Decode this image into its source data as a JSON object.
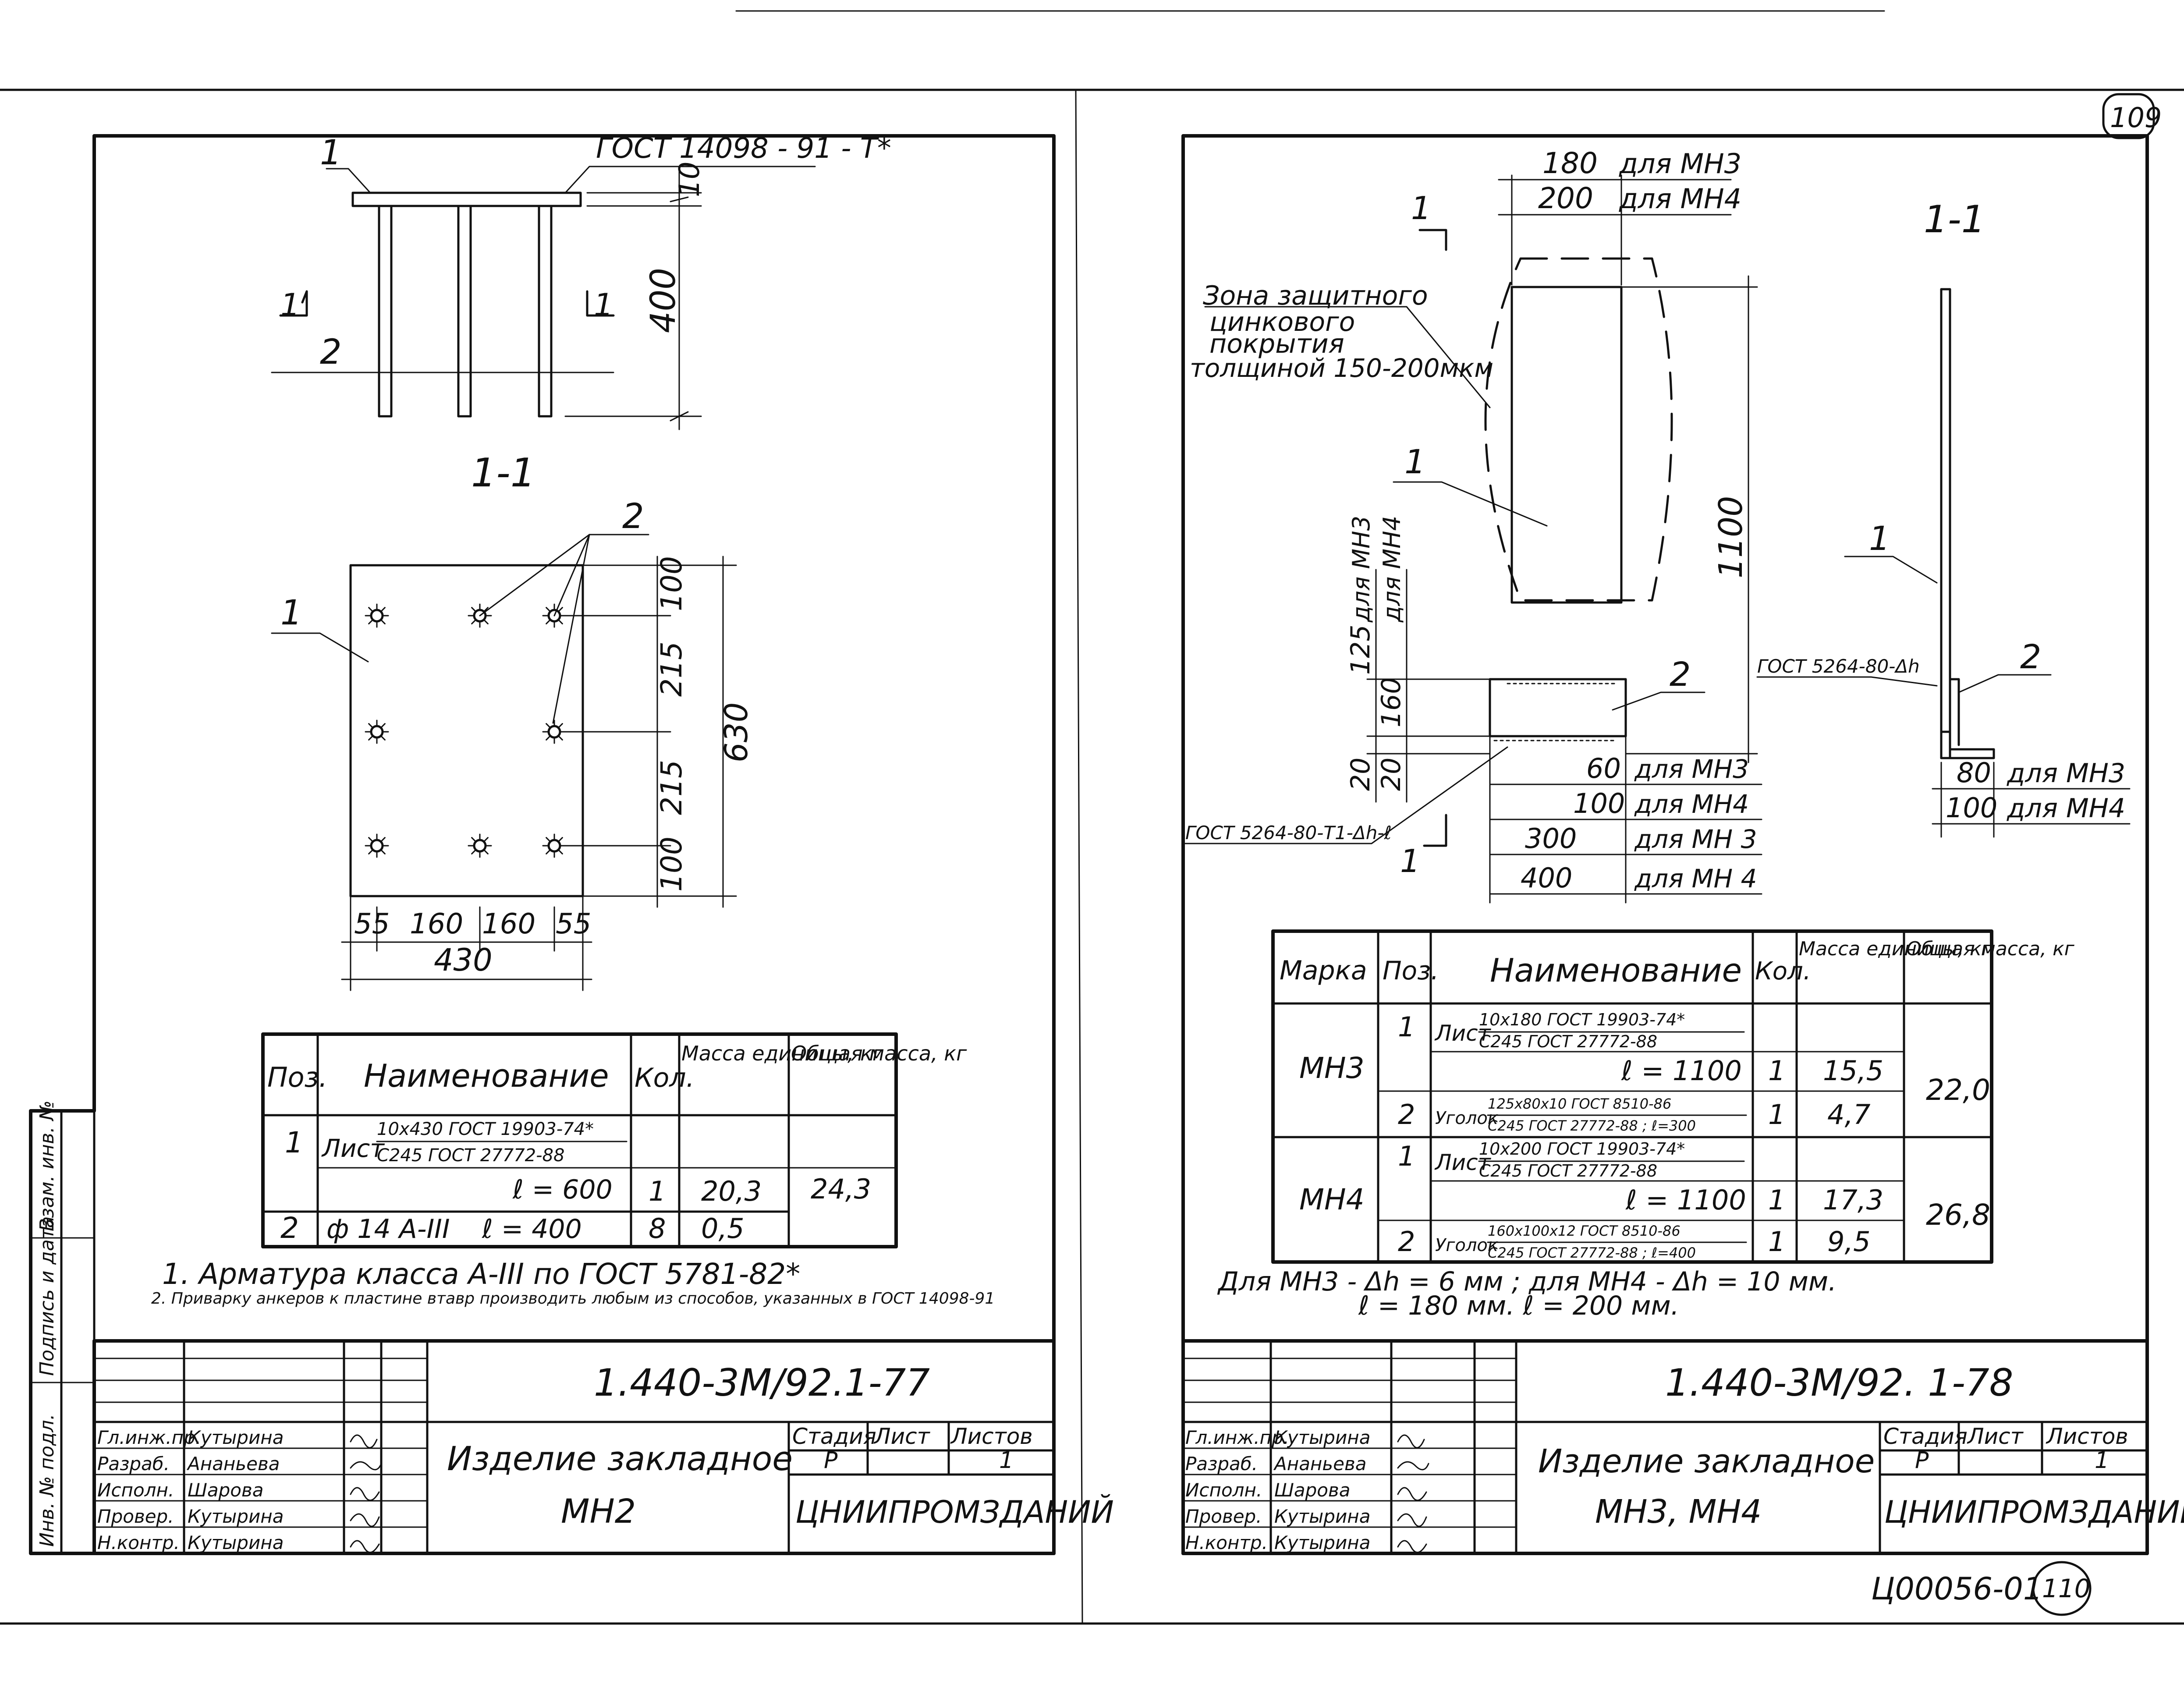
{
  "page_no_top": "109",
  "page_no_bottom": "110",
  "archive_code": "Ц00056-01",
  "left": {
    "gost_top": "ГОСТ 14098 - 91 - Т*",
    "dims_elev": [
      "10",
      "400"
    ],
    "callouts_elev": [
      "1",
      "2"
    ],
    "section_marks": [
      "1",
      "1"
    ],
    "section_title": "1-1",
    "callouts_plan": [
      "1",
      "2"
    ],
    "dims_plan_v": [
      "100",
      "215",
      "215",
      "100"
    ],
    "dim_plan_total_v": "630",
    "dims_plan_h": [
      "55",
      "160",
      "160",
      "55"
    ],
    "dim_plan_total_h": "430",
    "table": {
      "headers": [
        "Поз.",
        "Наименование",
        "Кол.",
        "Масса единицы, кг",
        "Общая масса, кг"
      ],
      "rows": [
        {
          "pos": "1",
          "name1": "Лист",
          "num": "10х430 ГОСТ 19903-74*",
          "den": "С245 ГОСТ 27772-88",
          "qty": "",
          "mass": "",
          "total": ""
        },
        {
          "pos": "",
          "name1": "",
          "num": "ℓ = 600",
          "den": "",
          "qty": "1",
          "mass": "20,3",
          "total": "24,3"
        },
        {
          "pos": "2",
          "name1": "ф 14 А-III",
          "num": "ℓ = 400",
          "den": "",
          "qty": "8",
          "mass": "0,5",
          "total": ""
        }
      ]
    },
    "notes": [
      "1. Арматура класса А-III по ГОСТ 5781-82*",
      "2. Приварку анкеров к пластине втавр производить любым из способов, указанных в ГОСТ 14098-91"
    ],
    "stamp": {
      "code": "1.440-3М/92.1-77",
      "title": "Изделие закладное",
      "mark": "МН2",
      "stage_headers": [
        "Стадия",
        "Лист",
        "Листов"
      ],
      "stage_values": [
        "Р",
        "",
        "1"
      ],
      "org": "ЦНИИПРОМЗДАНИЙ",
      "people": [
        [
          "Гл.инж.пр.",
          "Кутырина"
        ],
        [
          "Разраб.",
          "Ананьева"
        ],
        [
          "Исполн.",
          "Шарова"
        ],
        [
          "Провер.",
          "Кутырина"
        ],
        [
          "Н.контр.",
          "Кутырина"
        ]
      ]
    },
    "side_labels": [
      "Инв. № подл.",
      "Подпись и дата",
      "Взам. инв. №"
    ]
  },
  "right": {
    "dims_top": [
      {
        "value": "180",
        "label": "для МН3"
      },
      {
        "value": "200",
        "label": "для МН4"
      }
    ],
    "zone_label": [
      "Зона защитного",
      "цинкового",
      "покрытия",
      "толщиной 150-200мкм"
    ],
    "callouts": [
      "1",
      "2"
    ],
    "section_marks": [
      "1",
      "1"
    ],
    "section_title": "1-1",
    "dim_height": "1100",
    "dims_left": [
      {
        "value": "125",
        "label": "для МН3"
      },
      {
        "value": "160",
        "label": "для МН4"
      },
      {
        "value": "20",
        "label": ""
      },
      {
        "value": "20",
        "label": ""
      }
    ],
    "weld_left": "ГОСТ 5264-80-Т1-Δh-ℓ",
    "weld_right": "ГОСТ 5264-80-Δh",
    "dims_bottom": [
      {
        "value": "60",
        "label": "для МН3"
      },
      {
        "value": "100",
        "label": "для МН4"
      },
      {
        "value": "300",
        "label": "для МН 3"
      },
      {
        "value": "400",
        "label": "для МН 4"
      }
    ],
    "dims_sec": [
      {
        "value": "80",
        "label": "для МН3"
      },
      {
        "value": "100",
        "label": "для МН4"
      }
    ],
    "table": {
      "headers": [
        "Марка",
        "Поз.",
        "Наименование",
        "Кол.",
        "Масса единицы, кг",
        "Общая масса, кг"
      ],
      "rows": [
        {
          "mark": "МН3",
          "pos": "1",
          "name": "Лист",
          "num": "10х180 ГОСТ 19903-74*",
          "den": "С245 ГОСТ 27772-88",
          "qty": "",
          "mass": "",
          "total": "22,0"
        },
        {
          "mark": "",
          "pos": "",
          "name": "",
          "num": "ℓ = 1100",
          "den": "",
          "qty": "1",
          "mass": "15,5",
          "total": ""
        },
        {
          "mark": "",
          "pos": "2",
          "name": "Уголок",
          "num": "125х80х10 ГОСТ 8510-86",
          "den": "С245 ГОСТ 27772-88 ; ℓ=300",
          "qty": "1",
          "mass": "4,7",
          "total": ""
        },
        {
          "mark": "МН4",
          "pos": "1",
          "name": "Лист",
          "num": "10х200 ГОСТ 19903-74*",
          "den": "С245 ГОСТ 27772-88",
          "qty": "",
          "mass": "",
          "total": "26,8"
        },
        {
          "mark": "",
          "pos": "",
          "name": "",
          "num": "ℓ = 1100",
          "den": "",
          "qty": "1",
          "mass": "17,3",
          "total": ""
        },
        {
          "mark": "",
          "pos": "2",
          "name": "Уголок",
          "num": "160х100х12 ГОСТ 8510-86",
          "den": "С245 ГОСТ 27772-88 ; ℓ=400",
          "qty": "1",
          "mass": "9,5",
          "total": ""
        }
      ]
    },
    "note_line1": "Для МН3 - Δh = 6 мм ; для МН4 - Δh = 10 мм.",
    "note_line2": "ℓ = 180 мм. ℓ = 200 мм.",
    "stamp": {
      "code": "1.440-3М/92. 1-78",
      "title": "Изделие закладное",
      "mark": "МН3, МН4",
      "stage_headers": [
        "Стадия",
        "Лист",
        "Листов"
      ],
      "stage_values": [
        "Р",
        "",
        "1"
      ],
      "org": "ЦНИИПРОМЗДАНИЙ",
      "people": [
        [
          "Гл.инж.пр.",
          "Кутырина"
        ],
        [
          "Разраб.",
          "Ананьева"
        ],
        [
          "Исполн.",
          "Шарова"
        ],
        [
          "Провер.",
          "Кутырина"
        ],
        [
          "Н.контр.",
          "Кутырина"
        ]
      ]
    }
  }
}
